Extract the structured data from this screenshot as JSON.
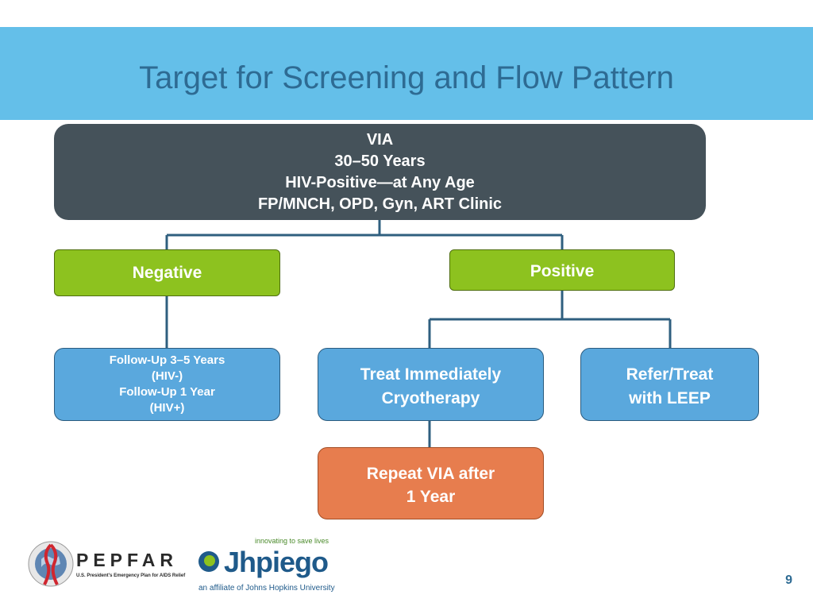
{
  "title": "Target for Screening and Flow Pattern",
  "diagram": {
    "root": {
      "lines": [
        "VIA",
        "30–50 Years",
        "HIV-Positive—at Any Age",
        "FP/MNCH, OPD, Gyn, ART Clinic"
      ]
    },
    "negative": {
      "label": "Negative"
    },
    "positive": {
      "label": "Positive"
    },
    "follow_up": {
      "lines": [
        "Follow-Up 3–5 Years",
        "(HIV-)",
        "Follow-Up 1 Year",
        "(HIV+)"
      ]
    },
    "treat": {
      "lines": [
        "Treat Immediately",
        "Cryotherapy"
      ]
    },
    "refer": {
      "lines": [
        "Refer/Treat",
        "with LEEP"
      ]
    },
    "repeat": {
      "lines": [
        "Repeat VIA after",
        "1 Year"
      ]
    }
  },
  "colors": {
    "title_band": "#64bfe9",
    "title_text": "#2e6b93",
    "root_fill": "#45525a",
    "green_fill": "#8dc21f",
    "blue_fill": "#5aa8dd",
    "orange_fill": "#e77d4e",
    "connector": "#2f5f7f"
  },
  "footer": {
    "pepfar": {
      "wordmark": "PEPFAR",
      "subtitle": "U.S. President's Emergency Plan for AIDS Relief"
    },
    "jhpiego": {
      "tagline": "innovating to save lives",
      "wordmark": "Jhpiego",
      "affiliation": "an affiliate of Johns Hopkins University"
    },
    "page_number": "9"
  }
}
